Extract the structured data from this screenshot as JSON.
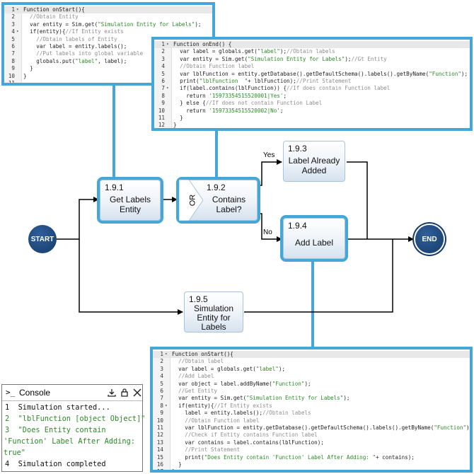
{
  "panels": {
    "on_start_top": {
      "lines": [
        [
          [
            "t",
            "Function onStart(){"
          ]
        ],
        [
          [
            "c",
            "  //Obtain Entity"
          ]
        ],
        [
          [
            "t",
            "  var entity = Sim.get("
          ],
          [
            "s",
            "\"Simulation Entity for Labels\""
          ],
          [
            "t",
            ");"
          ]
        ],
        [
          [
            "t",
            "  if(entity){"
          ],
          [
            "c",
            "//If Entity exists"
          ]
        ],
        [
          [
            "c",
            "    //Obtain labels of Entity"
          ]
        ],
        [
          [
            "t",
            "    var label = entity.labels();"
          ]
        ],
        [
          [
            "c",
            "    //Put labels into global variable"
          ]
        ],
        [
          [
            "t",
            "    globals.put("
          ],
          [
            "s",
            "\"label\""
          ],
          [
            "t",
            ", label);"
          ]
        ],
        [
          [
            "t",
            "  }"
          ]
        ],
        [
          [
            "t",
            "}"
          ]
        ],
        [
          [
            "t",
            ""
          ]
        ]
      ]
    },
    "on_end": {
      "lines": [
        [
          [
            "t",
            "Function onEnd() {"
          ]
        ],
        [
          [
            "t",
            "  var label = globals.get("
          ],
          [
            "s",
            "\"label\""
          ],
          [
            "t",
            ");"
          ],
          [
            "c",
            "//Obtain labels"
          ]
        ],
        [
          [
            "t",
            "  var entity = Sim.get("
          ],
          [
            "s",
            "\"Simulation Entity for Labels\""
          ],
          [
            "t",
            ");"
          ],
          [
            "c",
            "//Gt Entity"
          ]
        ],
        [
          [
            "c",
            "  //Obtain Function label"
          ]
        ],
        [
          [
            "t",
            "  var lblFunction = entity.getDatabase().getDefaultSchema().labels().getByName("
          ],
          [
            "s",
            "\"Function\""
          ],
          [
            "t",
            ");"
          ]
        ],
        [
          [
            "t",
            "  print("
          ],
          [
            "s",
            "\"lblFunction  \""
          ],
          [
            "t",
            "+ lblFunction);"
          ],
          [
            "c",
            "//Print Statement"
          ]
        ],
        [
          [
            "t",
            "  if(label.contains(lblFunction)) {"
          ],
          [
            "c",
            "//If does contain Function label"
          ]
        ],
        [
          [
            "t",
            "    return "
          ],
          [
            "s",
            "'15973354515520001|Yes'"
          ],
          [
            "t",
            ";"
          ]
        ],
        [
          [
            "t",
            "  } else {"
          ],
          [
            "c",
            "//If does not contain Function Label"
          ]
        ],
        [
          [
            "t",
            "    return "
          ],
          [
            "s",
            "'15973354515520002|No'"
          ],
          [
            "t",
            ";"
          ]
        ],
        [
          [
            "t",
            "  }"
          ]
        ],
        [
          [
            "t",
            "}"
          ]
        ],
        [
          [
            "t",
            ""
          ]
        ]
      ]
    },
    "on_start_bottom": {
      "lines": [
        [
          [
            "t",
            "Function onStart(){"
          ]
        ],
        [
          [
            "c",
            "  //Obtain label"
          ]
        ],
        [
          [
            "t",
            "  var label = globals.get("
          ],
          [
            "s",
            "\"label\""
          ],
          [
            "t",
            ");"
          ]
        ],
        [
          [
            "c",
            "  //Add Label"
          ]
        ],
        [
          [
            "t",
            "  var object = label.addByName("
          ],
          [
            "s",
            "\"Function\""
          ],
          [
            "t",
            ");"
          ]
        ],
        [
          [
            "c",
            "  //Get Entity"
          ]
        ],
        [
          [
            "t",
            "  var entity = Sim.get("
          ],
          [
            "s",
            "\"Simulation Entity for Labels\""
          ],
          [
            "t",
            ");"
          ]
        ],
        [
          [
            "t",
            "  if(entity){"
          ],
          [
            "c",
            "//If Entity exists"
          ]
        ],
        [
          [
            "t",
            "    label = entity.labels();"
          ],
          [
            "c",
            "//Obtain labels"
          ]
        ],
        [
          [
            "c",
            "    //Obtain Function label"
          ]
        ],
        [
          [
            "t",
            "    var lblFunction = entity.getDatabase().getDefaultSchema().labels().getByName("
          ],
          [
            "s",
            "\"Function\""
          ],
          [
            "t",
            ");"
          ]
        ],
        [
          [
            "c",
            "    //Check if Entity contains Function label"
          ]
        ],
        [
          [
            "t",
            "    var contains = label.contains(lblFunction);"
          ]
        ],
        [
          [
            "c",
            "    //Print Statement"
          ]
        ],
        [
          [
            "t",
            "    print("
          ],
          [
            "s",
            "\"Does Entity contain 'Function' Label After Adding: \""
          ],
          [
            "t",
            "+ contains);"
          ]
        ],
        [
          [
            "t",
            "  }"
          ]
        ],
        [
          [
            "t",
            "}"
          ]
        ],
        [
          [
            "t",
            ""
          ]
        ]
      ]
    }
  },
  "diagram": {
    "start_label": "START",
    "end_label": "END",
    "yes_label": "Yes",
    "no_label": "No",
    "nodes": {
      "get_labels": {
        "id": "1.9.1",
        "label1": "Get Labels",
        "label2": "Entity"
      },
      "contains": {
        "id": "1.9.2",
        "gate": "OR",
        "label1": "Contains",
        "label2": "Label?"
      },
      "already": {
        "id": "1.9.3",
        "label1": "Label Already",
        "label2": "Added"
      },
      "add": {
        "id": "1.9.4",
        "label1": "Add Label"
      },
      "sim": {
        "id": "1.9.5",
        "label1": "Simulation",
        "label2": "Entity for",
        "label3": "Labels"
      }
    }
  },
  "console": {
    "title": "Console",
    "prompt_glyph": ">_",
    "lines": [
      {
        "n": "1",
        "text": "Simulation started...",
        "green": false
      },
      {
        "n": "2",
        "text": "\"lblFunction [object Object]\"",
        "green": true
      },
      {
        "n": "3",
        "text": "\"Does Entity contain",
        "green": true
      },
      {
        "n": "",
        "text": "'Function' Label After Adding:",
        "green": true
      },
      {
        "n": "",
        "text": "true\"",
        "green": true
      },
      {
        "n": "4",
        "text": "Simulation completed",
        "green": false
      }
    ]
  },
  "colors": {
    "accent": "#45a6d8",
    "circle": "#1e4a80",
    "string": "#2a8b26",
    "comment": "#8e8e8e"
  }
}
